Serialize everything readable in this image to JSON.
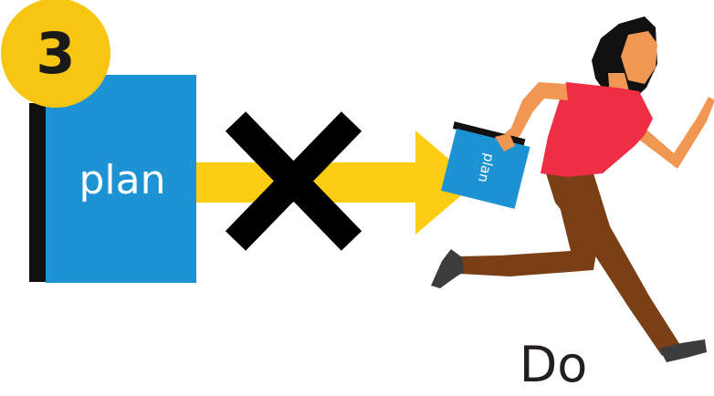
{
  "step_badge": {
    "number": "3"
  },
  "plan_book": {
    "label": "plan"
  },
  "carried_book": {
    "label": "plan"
  },
  "caption": {
    "text": "Do"
  },
  "icons": {
    "badge": "circle-number-badge",
    "book": "book-icon",
    "arrow": "arrow-right-icon",
    "cross": "cross-x-icon",
    "person": "running-person-icon"
  },
  "colors": {
    "badge": "#f7c613",
    "book": "#1e93d3",
    "book_spine": "#111111",
    "arrow": "#fccd13",
    "cross": "#000000",
    "skin": "#ef9753",
    "hair": "#111111",
    "shirt": "#ee2e44",
    "pants": "#7b3f16",
    "shoes": "#3c3c3c",
    "text": "#231f20"
  }
}
